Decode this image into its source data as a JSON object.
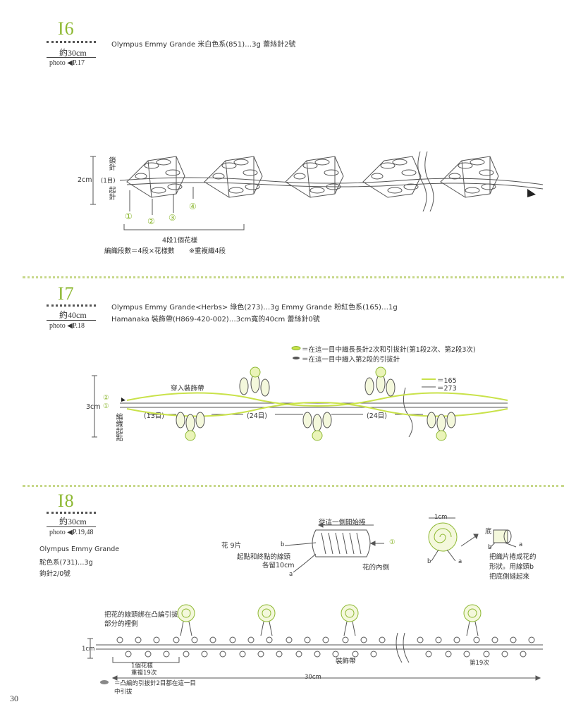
{
  "s16": {
    "num": "I6",
    "size": "約30cm",
    "photo": "photo",
    "photo_ref": "P.17",
    "material": "Olympus Emmy Grande 米白色系(851)…3g 蕾絲針2號",
    "height_label": "2cm",
    "start_label_1": "鎖針",
    "start_label_2": "(1目)",
    "start_label_3": "起針",
    "row_marks": [
      "①",
      "②",
      "③",
      "④"
    ],
    "note1": "4段1個花樣",
    "note2": "編織段數＝4段×花樣數",
    "note3": "※重複織4段"
  },
  "s17": {
    "num": "I7",
    "size": "約40cm",
    "photo": "photo",
    "photo_ref": "P.18",
    "material1": "Olympus Emmy Grande<Herbs> 綠色(273)…3g Emmy Grande 粉紅色系(165)…1g",
    "material2": "Hamanaka 裝飾帶(H869-420-002)…3cm寬的40cm 蕾絲針0號",
    "legend1": "＝在這一目中織長長針2次和引拔針(第1段2次、第2段3次)",
    "legend2": "＝在這一目中織入第2段的引拔針",
    "ribbon": "穿入裝飾帶",
    "c165": "＝165",
    "c273": "＝273",
    "height_label": "3cm",
    "count13": "(13目)",
    "count24a": "(24目)",
    "count24b": "(24目)",
    "start_label": "編織起點",
    "row1": "①",
    "row2": "②"
  },
  "s18": {
    "num": "I8",
    "size": "約30cm",
    "photo": "photo",
    "photo_ref": "P.19,48",
    "mat1": "Olympus Emmy Grande",
    "mat2": "駝色系(731)…3g",
    "mat3": "鉤針2/0號",
    "flower": "花 9片",
    "roll_from": "從這一側開始捲",
    "thread_ends": "起點和終點的線頭",
    "leave10": "各留10cm",
    "inner": "花的內側",
    "b": "b",
    "a": "a",
    "one_cm": "1cm",
    "bottom": "底",
    "roll_text": "把織片捲成花的形狀。用線頭b把底側縫起來",
    "tie_text": "把花的線頭綁在凸編引拔部分的裡側",
    "repeat_text1": "1個花樣",
    "repeat_text2": "重複19次",
    "ribbon": "裝飾帶",
    "nth": "第19次",
    "width": "30cm",
    "height": "1cm",
    "legend": "＝凸編的引拔針2目都在這一目中引拔",
    "row1": "①"
  },
  "page_no": "30",
  "colors": {
    "accent": "#8db832",
    "lime": "#c9e24a"
  }
}
